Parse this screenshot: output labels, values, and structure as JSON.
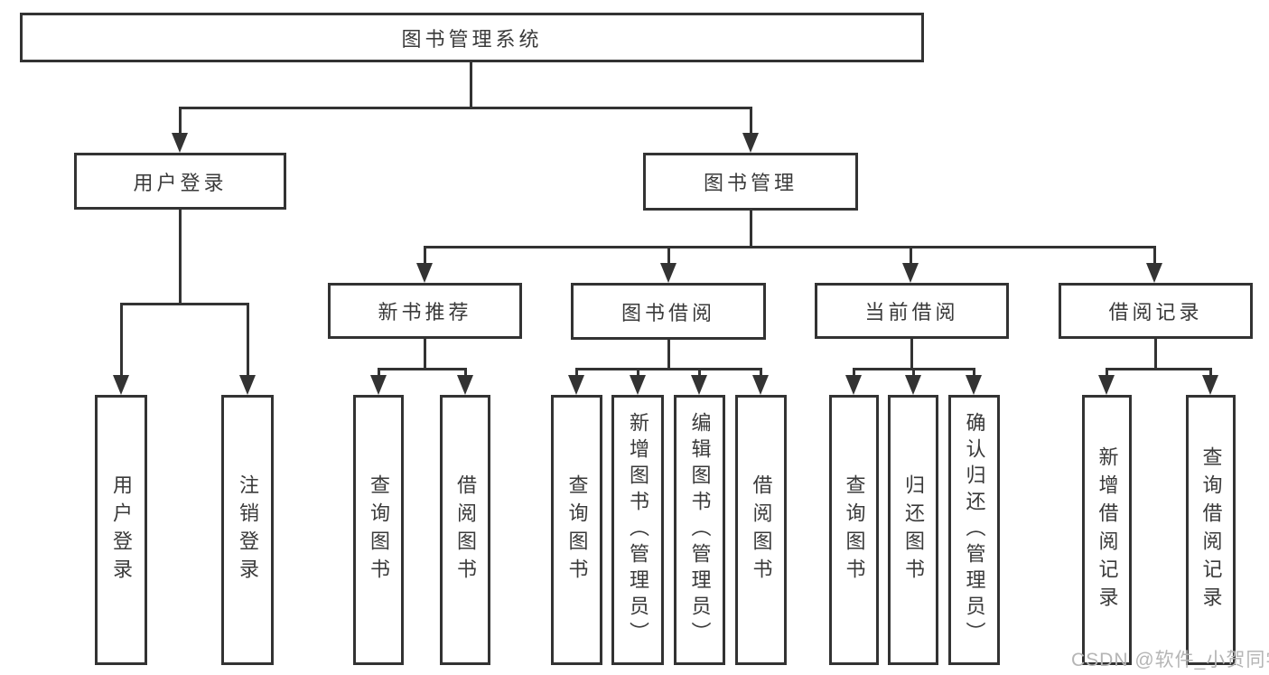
{
  "diagram": {
    "title": "图书管理系统",
    "level2": [
      "用户登录",
      "图书管理"
    ],
    "level3": [
      "新书推荐",
      "图书借阅",
      "当前借阅",
      "借阅记录"
    ],
    "leaves": {
      "login": [
        "用户登录",
        "注销登录"
      ],
      "recommend": [
        "查询图书",
        "借阅图书"
      ],
      "borrow": [
        "查询图书",
        "新增图书（管理员）",
        "编辑图书（管理员）",
        "借阅图书"
      ],
      "current": [
        "查询图书",
        "归还图书",
        "确认归还（管理员）"
      ],
      "records": [
        "新增借阅记录",
        "查询借阅记录"
      ]
    }
  },
  "watermark": "CSDN @软件_小贺同学",
  "colors": {
    "line": "#333333",
    "text": "#3a3a3a",
    "watermark": "#b5b5b5",
    "background": "#ffffff"
  }
}
